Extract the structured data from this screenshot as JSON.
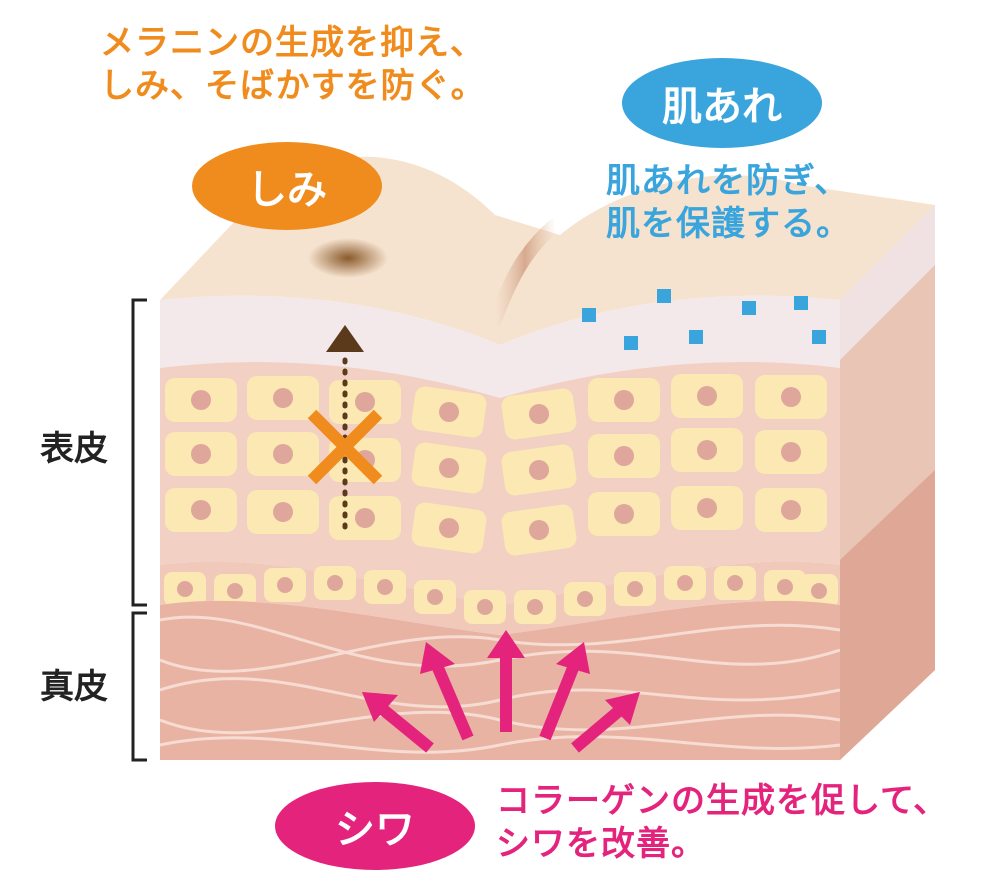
{
  "callouts": {
    "shimi": {
      "badge": "しみ",
      "line1": "メラニンの生成を抑え、",
      "line2": "しみ、そばかすを防ぐ。",
      "color": "#f08c1e"
    },
    "hadaare": {
      "badge": "肌あれ",
      "line1": "肌あれを防ぎ、",
      "line2": "肌を保護する。",
      "color": "#3aa5dc"
    },
    "shiwa": {
      "badge": "シワ",
      "line1": "コラーゲンの生成を促して、",
      "line2": "シワを改善。",
      "color": "#e4237d"
    }
  },
  "layers": {
    "epidermis": "表皮",
    "dermis": "真皮"
  },
  "colors": {
    "skin_top": "#f6e3cf",
    "stratum_corneum": "#f3e8ea",
    "epidermis": "#f2d0c4",
    "dermis": "#e8b3a3",
    "cell_fill": "#fbe8b2",
    "nucleus": "#dfa79c",
    "spot": "#8a5a2b",
    "arrow_brown": "#5a3a1a"
  }
}
